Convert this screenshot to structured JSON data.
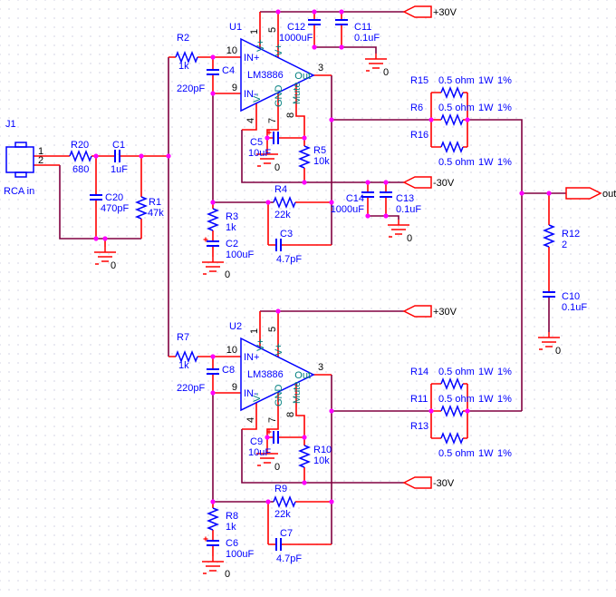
{
  "diagram": {
    "kind": "circuit schematic"
  },
  "colors": {
    "wire": "#800040",
    "lead": "#FF0000",
    "symbol": "#0000FF",
    "junction": "#FF00FF",
    "label": "#0000FF",
    "pin_text": "#000000",
    "opamp_port_text": "#007F7F",
    "power_port": "#FF0000"
  },
  "connector": {
    "ref": "J1",
    "label": "RCA in",
    "pins": [
      "1",
      "2"
    ]
  },
  "opamp_ports": {
    "in_plus": "IN+",
    "in_minus": "IN-",
    "out": "Out",
    "gnd": "GND",
    "mute": "Mute",
    "vplus": "V+",
    "vminus": "V-"
  },
  "opamp_pins": {
    "p1": "1",
    "p5": "5",
    "p10": "10",
    "p9": "9",
    "p3": "3",
    "p4": "4",
    "p7": "7",
    "p8": "8"
  },
  "power_ports": {
    "vplus": "+30V",
    "vminus": "-30V",
    "out": "out",
    "ground_zero": "0"
  },
  "components": {
    "U1": {
      "ref": "U1",
      "value": "LM3886"
    },
    "U2": {
      "ref": "U2",
      "value": "LM3886"
    },
    "R20": {
      "ref": "R20",
      "value": "680"
    },
    "C1": {
      "ref": "C1",
      "value": "1uF"
    },
    "C20": {
      "ref": "C20",
      "value": "470pF"
    },
    "R1": {
      "ref": "R1",
      "value": "47k"
    },
    "R2": {
      "ref": "R2",
      "value": "1k"
    },
    "C4": {
      "ref": "C4",
      "value": "220pF"
    },
    "C12": {
      "ref": "C12",
      "value": "1000uF"
    },
    "C11": {
      "ref": "C11",
      "value": "0.1uF"
    },
    "C5": {
      "ref": "C5",
      "value": "10uF"
    },
    "R5": {
      "ref": "R5",
      "value": "10k"
    },
    "R4": {
      "ref": "R4",
      "value": "22k"
    },
    "C3": {
      "ref": "C3",
      "value": "4.7pF"
    },
    "R3": {
      "ref": "R3",
      "value": "1k"
    },
    "C2": {
      "ref": "C2",
      "value": "100uF"
    },
    "C14": {
      "ref": "C14",
      "value": "1000uF"
    },
    "C13": {
      "ref": "C13",
      "value": "0.1uF"
    },
    "R15": {
      "ref": "R15",
      "value": "0.5 ohm",
      "power": "1W",
      "tolerance": "1%"
    },
    "R6": {
      "ref": "R6",
      "value": "0.5 ohm",
      "power": "1W",
      "tolerance": "1%"
    },
    "R16": {
      "ref": "R16",
      "value": "0.5 ohm",
      "power": "1W",
      "tolerance": "1%"
    },
    "R12": {
      "ref": "R12",
      "value": "2"
    },
    "C10": {
      "ref": "C10",
      "value": "0.1uF"
    },
    "R7": {
      "ref": "R7",
      "value": "1k"
    },
    "C8": {
      "ref": "C8",
      "value": "220pF"
    },
    "C9": {
      "ref": "C9",
      "value": "10uF"
    },
    "R10": {
      "ref": "R10",
      "value": "10k"
    },
    "R9": {
      "ref": "R9",
      "value": "22k"
    },
    "C7": {
      "ref": "C7",
      "value": "4.7pF"
    },
    "R8": {
      "ref": "R8",
      "value": "1k"
    },
    "C6": {
      "ref": "C6",
      "value": "100uF"
    },
    "R14": {
      "ref": "R14",
      "value": "0.5 ohm",
      "power": "1W",
      "tolerance": "1%"
    },
    "R11": {
      "ref": "R11",
      "value": "0.5 ohm",
      "power": "1W",
      "tolerance": "1%"
    },
    "R13": {
      "ref": "R13",
      "value": "0.5 ohm",
      "power": "1W",
      "tolerance": "1%"
    }
  }
}
